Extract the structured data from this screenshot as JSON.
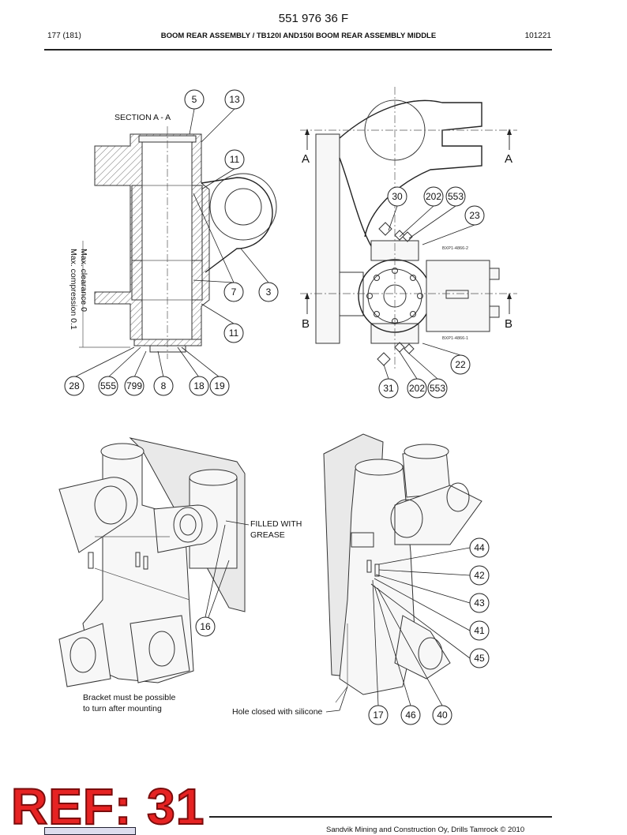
{
  "header": {
    "doc_number": "551 976 36 F",
    "page_count": "177 (181)",
    "title": "BOOM REAR ASSEMBLY / TB120I AND150I BOOM REAR ASSEMBLY MIDDLE",
    "date_code": "101221"
  },
  "section": {
    "label": "SECTION  A - A",
    "clearance_note_1": "Max. clearance 0",
    "clearance_note_2": "Max. compression 0.1",
    "marker_a": "A",
    "marker_b": "B",
    "decal_1": "BXP1-4866-2",
    "decal_2": "BXP1-4866-1"
  },
  "notes": {
    "grease": [
      "FILLED WITH",
      "GREASE"
    ],
    "bracket": [
      "Bracket must be possible",
      "to turn after mounting"
    ],
    "hole": "Hole closed with silicone"
  },
  "callouts": {
    "top_left": [
      "5",
      "13",
      "11",
      "7",
      "3",
      "11",
      "28",
      "555",
      "799",
      "8",
      "18",
      "19"
    ],
    "top_right": [
      "30",
      "202",
      "553",
      "23",
      "22",
      "31",
      "202",
      "553"
    ],
    "bottom_left": [
      "16"
    ],
    "bottom_right": [
      "44",
      "42",
      "43",
      "41",
      "45",
      "17",
      "46",
      "40"
    ]
  },
  "footer": {
    "ref_stamp": "REF: 31",
    "copyright": "Sandvik Mining and Construction Oy, Drills Tamrock © 2010"
  }
}
